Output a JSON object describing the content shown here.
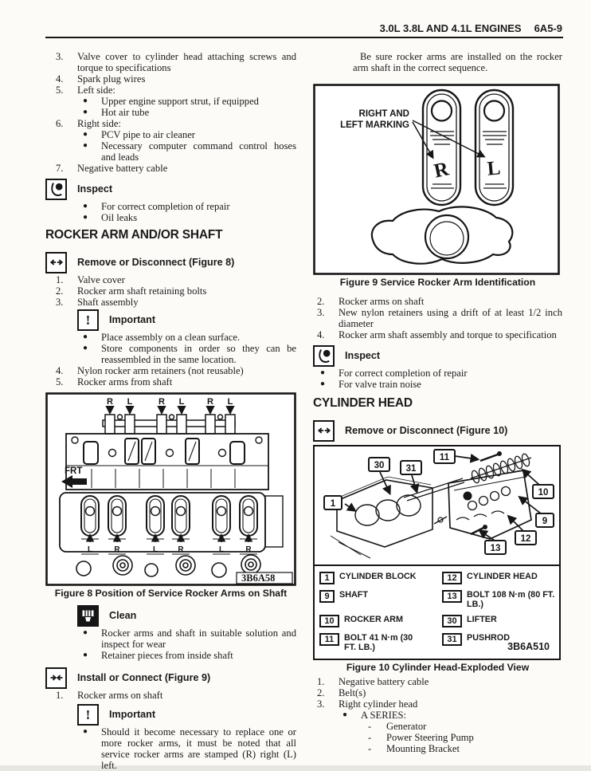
{
  "header": {
    "title": "3.0L 3.8L AND 4.1L ENGINES",
    "page": "6A5-9"
  },
  "glyphs": {
    "bullet": "●",
    "dash": "-",
    "exclamation": "!"
  },
  "colors": {
    "ink": "#161616",
    "paper": "#fcfbf8"
  },
  "icons": {
    "inspect": "magnifier-in-box",
    "important": "exclamation-in-box",
    "clean": "brush-in-black-box",
    "remove_or_disconnect": "outward-arrows-in-box",
    "install_or_connect": "inward-arrows-in-box"
  },
  "left": {
    "items": [
      {
        "num": "3.",
        "text": "Valve cover to cylinder head attaching screws and torque to specifications"
      },
      {
        "num": "4.",
        "text": "Spark plug wires"
      },
      {
        "num": "5.",
        "text": "Left side:"
      },
      {
        "num": "6.",
        "text": "Right side:"
      },
      {
        "num": "7.",
        "text": "Negative battery cable"
      }
    ],
    "item5_bullets": [
      "Upper engine support strut, if equipped",
      "Hot air tube"
    ],
    "item6_bullets": [
      "PCV pipe to air cleaner",
      "Necessary computer command control hoses and leads"
    ],
    "inspect": {
      "label": "Inspect",
      "bullets": [
        "For correct completion of repair",
        "Oil leaks"
      ]
    },
    "heading": "ROCKER ARM AND/OR SHAFT",
    "remove": {
      "label": "Remove or Disconnect (Figure 8)"
    },
    "steps": [
      {
        "num": "1.",
        "text": "Valve cover"
      },
      {
        "num": "2.",
        "text": "Rocker arm shaft retaining bolts"
      },
      {
        "num": "3.",
        "text": "Shaft assembly"
      },
      {
        "num": "4.",
        "text": "Nylon rocker arm retainers (not reusable)"
      },
      {
        "num": "5.",
        "text": "Rocker arms from shaft"
      }
    ],
    "important1": {
      "label": "Important",
      "bullets": [
        "Place assembly on a clean surface.",
        "Store components in order so they can be reassembled in the same location."
      ]
    },
    "figure8": {
      "caption": "Figure 8 Position of Service Rocker Arms on Shaft",
      "code": "3B6A58",
      "frt_label": "FRT",
      "top_marks": [
        "R",
        "L",
        "R",
        "L",
        "R",
        "L"
      ],
      "bottom_marks": [
        "L",
        "R",
        "L",
        "R",
        "L",
        "R"
      ]
    },
    "clean": {
      "label": "Clean",
      "bullets": [
        "Rocker arms and shaft in suitable solution and inspect for wear",
        "Retainer pieces from inside shaft"
      ]
    },
    "install": {
      "label": "Install or Connect (Figure 9)"
    },
    "install_step": {
      "num": "1.",
      "text": "Rocker arms on shaft"
    },
    "important2": {
      "label": "Important",
      "bullets": [
        "Should it become necessary to replace one or more rocker arms, it must be noted that all service rocker arms are stamped (R) right (L) left."
      ]
    }
  },
  "right": {
    "intro": "Be sure rocker arms are installed on the rocker arm shaft in the correct sequence.",
    "figure9": {
      "caption": "Figure 9 Service Rocker Arm Identification",
      "annotation_line1": "RIGHT AND",
      "annotation_line2": "LEFT MARKING",
      "marks": [
        "R",
        "L"
      ]
    },
    "steps": [
      {
        "num": "2.",
        "text": "Rocker arms on shaft"
      },
      {
        "num": "3.",
        "text": "New nylon retainers using a drift of at least 1/2 inch diameter"
      },
      {
        "num": "4.",
        "text": "Rocker arm shaft assembly and torque to specification"
      }
    ],
    "inspect": {
      "label": "Inspect",
      "bullets": [
        "For correct completion of repair",
        "For valve train noise"
      ]
    },
    "heading": "CYLINDER HEAD",
    "remove": {
      "label": "Remove or Disconnect (Figure 10)"
    },
    "figure10": {
      "caption": "Figure 10 Cylinder Head-Exploded View",
      "code": "3B6A510",
      "callouts": [
        "11",
        "30",
        "31",
        "1",
        "10",
        "9",
        "12",
        "13"
      ],
      "legend": [
        {
          "num": "1",
          "text": "CYLINDER BLOCK"
        },
        {
          "num": "9",
          "text": "SHAFT"
        },
        {
          "num": "10",
          "text": "ROCKER ARM"
        },
        {
          "num": "11",
          "text": "BOLT 41 N·m (30 FT. LB.)"
        },
        {
          "num": "12",
          "text": "CYLINDER HEAD"
        },
        {
          "num": "13",
          "text": "BOLT 108 N·m (80 FT. LB.)"
        },
        {
          "num": "30",
          "text": "LIFTER"
        },
        {
          "num": "31",
          "text": "PUSHROD"
        }
      ]
    },
    "steps2": [
      {
        "num": "1.",
        "text": "Negative battery cable"
      },
      {
        "num": "2.",
        "text": "Belt(s)"
      },
      {
        "num": "3.",
        "text": "Right cylinder head"
      }
    ],
    "a_series": {
      "bullet": "A SERIES:",
      "dashes": [
        "Generator",
        "Power Steering Pump",
        "Mounting Bracket"
      ]
    }
  }
}
